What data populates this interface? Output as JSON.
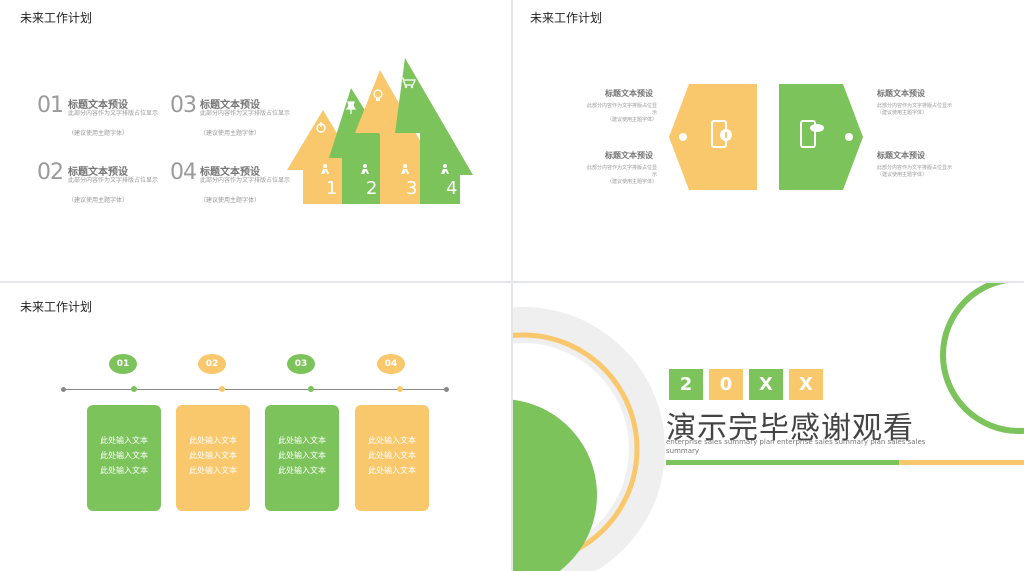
{
  "slide1": {
    "title": "未来工作计划",
    "items": [
      {
        "num": "01",
        "title": "标题文本预设",
        "desc": "此部分内容作为文字排版占位显示",
        "sub": "（建议使用主题字体）"
      },
      {
        "num": "03",
        "title": "标题文本预设",
        "desc": "此部分内容作为文字排版占位显示",
        "sub": "（建议使用主题字体）"
      },
      {
        "num": "02",
        "title": "标题文本预设",
        "desc": "此部分内容作为文字排版占位显示",
        "sub": "（建议使用主题字体）"
      },
      {
        "num": "04",
        "title": "标题文本预设",
        "desc": "此部分内容作为文字排版占位显示",
        "sub": "（建议使用主题字体）"
      }
    ],
    "arrow_numbers": [
      "1",
      "2",
      "3",
      "4"
    ]
  },
  "slide2": {
    "title": "未来工作计划",
    "left_top": {
      "title": "标题文本预设",
      "desc": "此部分内容作为文字排版占位显示",
      "sub": "（建议使用主题字体）"
    },
    "left_bottom": {
      "title": "标题文本预设",
      "desc": "此部分内容作为文字排版占位显示",
      "sub": "（建议使用主题字体）"
    },
    "right_top": {
      "title": "标题文本预设",
      "desc": "此部分内容作为文字排版占位显示",
      "sub": "（建议使用主题字体）"
    },
    "right_bottom": {
      "title": "标题文本预设",
      "desc": "此部分内容作为文字排版占位显示",
      "sub": "（建议使用主题字体）"
    }
  },
  "slide3": {
    "title": "未来工作计划",
    "steps": [
      {
        "num": "01",
        "lines": [
          "此处输入文本",
          "此处输入文本",
          "此处输入文本"
        ]
      },
      {
        "num": "02",
        "lines": [
          "此处输入文本",
          "此处输入文本",
          "此处输入文本"
        ]
      },
      {
        "num": "03",
        "lines": [
          "此处输入文本",
          "此处输入文本",
          "此处输入文本"
        ]
      },
      {
        "num": "04",
        "lines": [
          "此处输入文本",
          "此处输入文本",
          "此处输入文本"
        ]
      }
    ]
  },
  "slide4": {
    "year_chars": [
      "2",
      "0",
      "X",
      "X"
    ],
    "thanks": "演示完毕感谢观看",
    "subtitle": "enterprise sales summary plan enterprise sales summary plan sales sales summary"
  },
  "colors": {
    "green": "#7cc35c",
    "yellow": "#f9c86c",
    "gray": "#efefef"
  }
}
